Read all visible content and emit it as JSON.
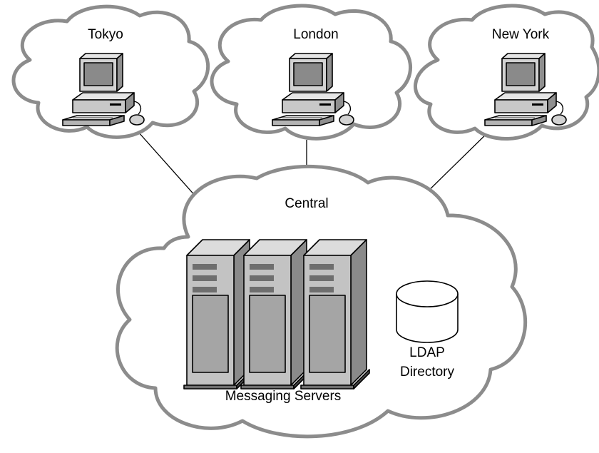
{
  "sites": [
    {
      "label": "Tokyo"
    },
    {
      "label": "London"
    },
    {
      "label": "New York"
    }
  ],
  "central": {
    "label": "Central",
    "servers_label": "Messaging Servers",
    "ldap_label_line1": "LDAP",
    "ldap_label_line2": "Directory"
  },
  "colors": {
    "cloud_outline": "#8c8c8c",
    "device_light": "#c8c8c8",
    "device_mid": "#a5a5a5",
    "device_dark": "#6e6e6e"
  }
}
